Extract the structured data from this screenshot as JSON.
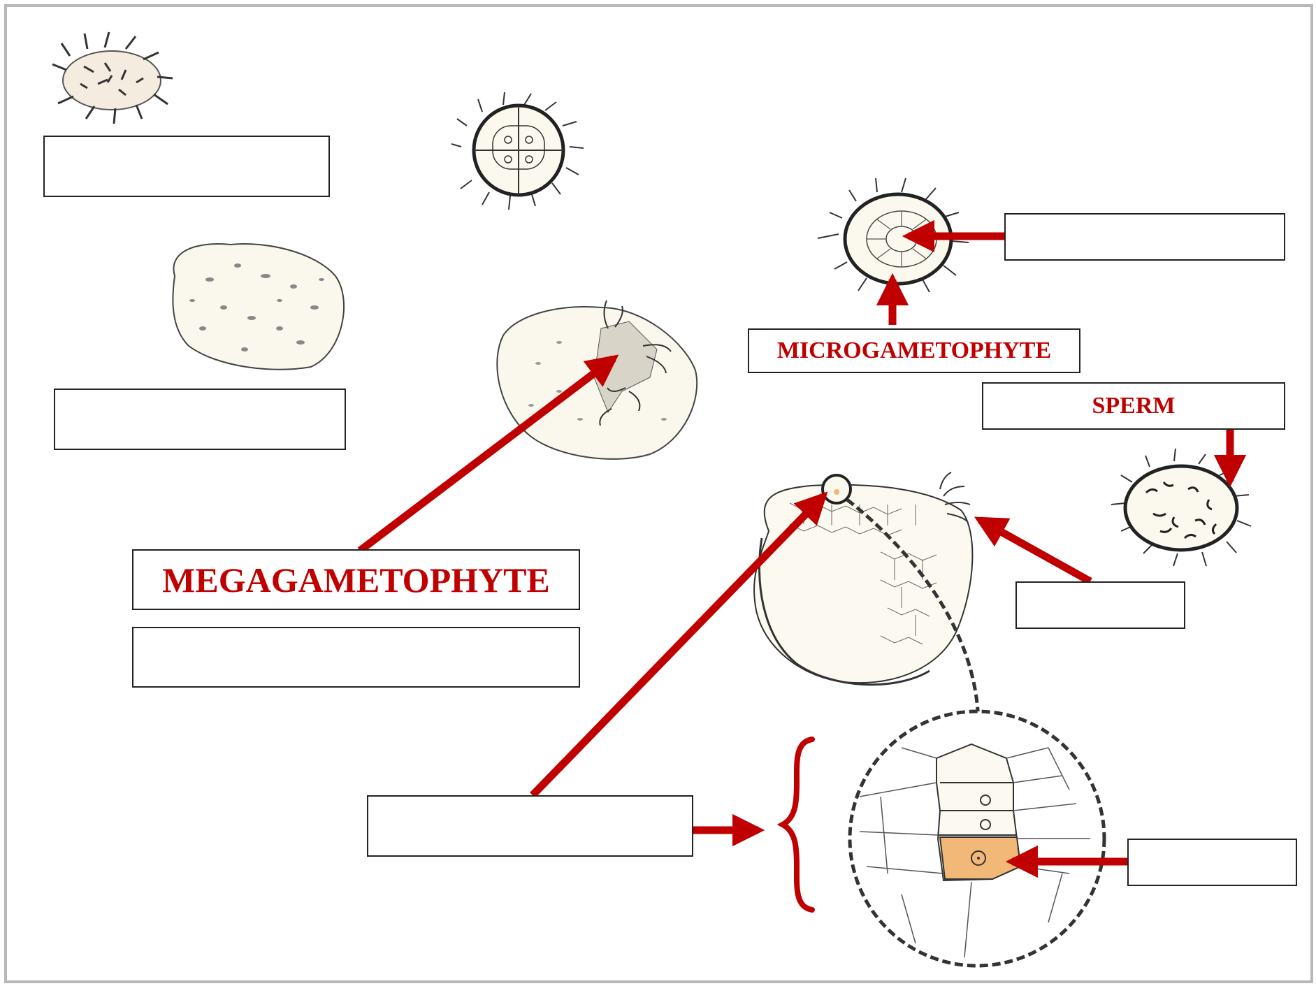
{
  "diagram": {
    "labels": {
      "megagametophyte": "MEGAGAMETOPHYTE",
      "microgametophyte": "MICROGAMETOPHYTE",
      "sperm": "SPERM"
    },
    "blank_boxes": [
      "spiky-spore-box",
      "megaspore-box",
      "megagametophyte-detail-box",
      "microgametophyte-interior-box",
      "rhizoids-box",
      "archegonium-box",
      "egg-box"
    ],
    "colors": {
      "arrow": "#c00000",
      "label_text": "#c00000",
      "box_border": "#222222",
      "page_border": "#b8b8b8",
      "egg_cell": "#f2b878",
      "drawing_fill": "#fbf8ee",
      "drawing_ink": "#333333"
    }
  }
}
